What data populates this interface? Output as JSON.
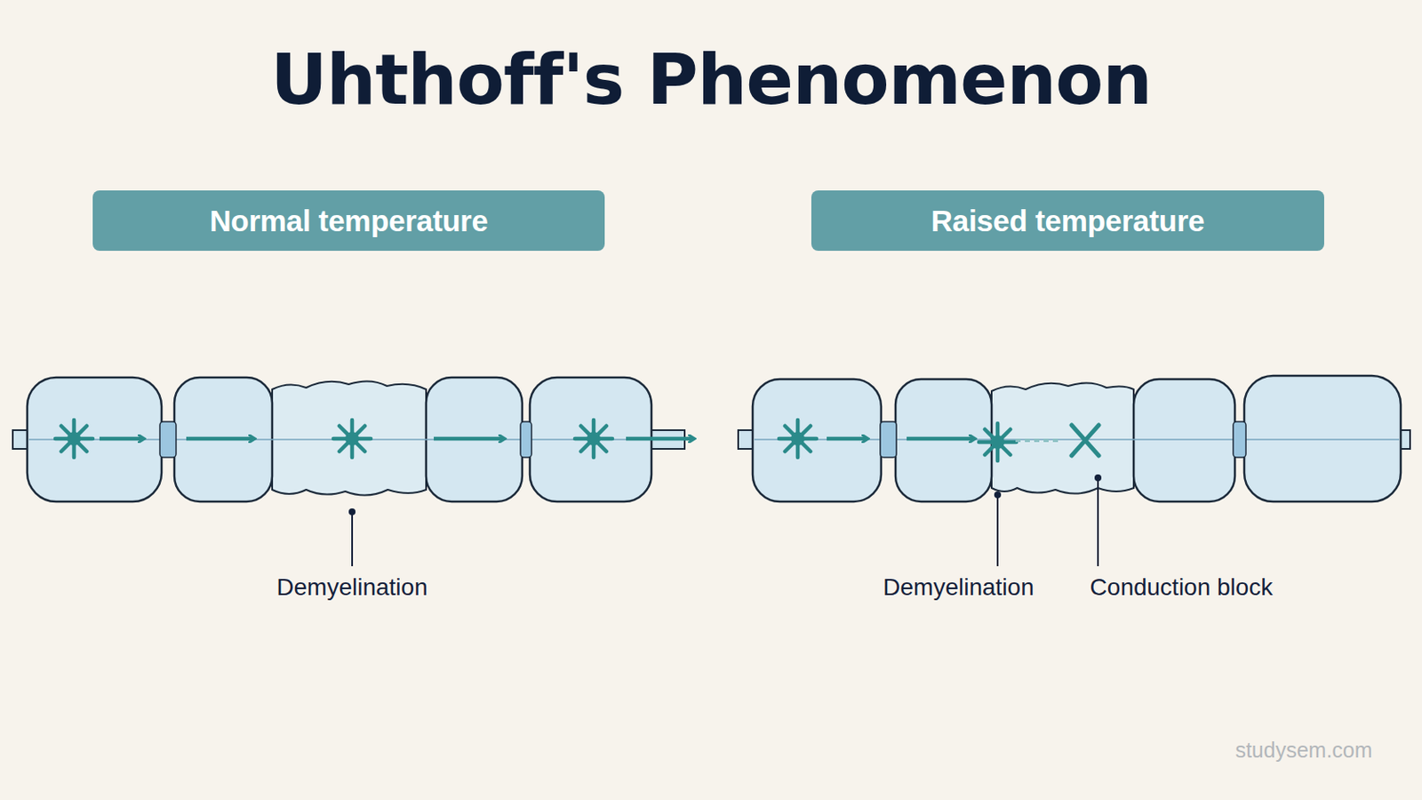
{
  "diagram": {
    "title": "Uhthoff's Phenomenon",
    "nodes": [
      {
        "text": [
          "Normal temperature"
        ]
      },
      {
        "text": [
          "Raised temperature"
        ]
      }
    ],
    "labels": [
      "Demyelination",
      "Demyelination",
      "Conduction block",
      "studysem.com"
    ]
  }
}
